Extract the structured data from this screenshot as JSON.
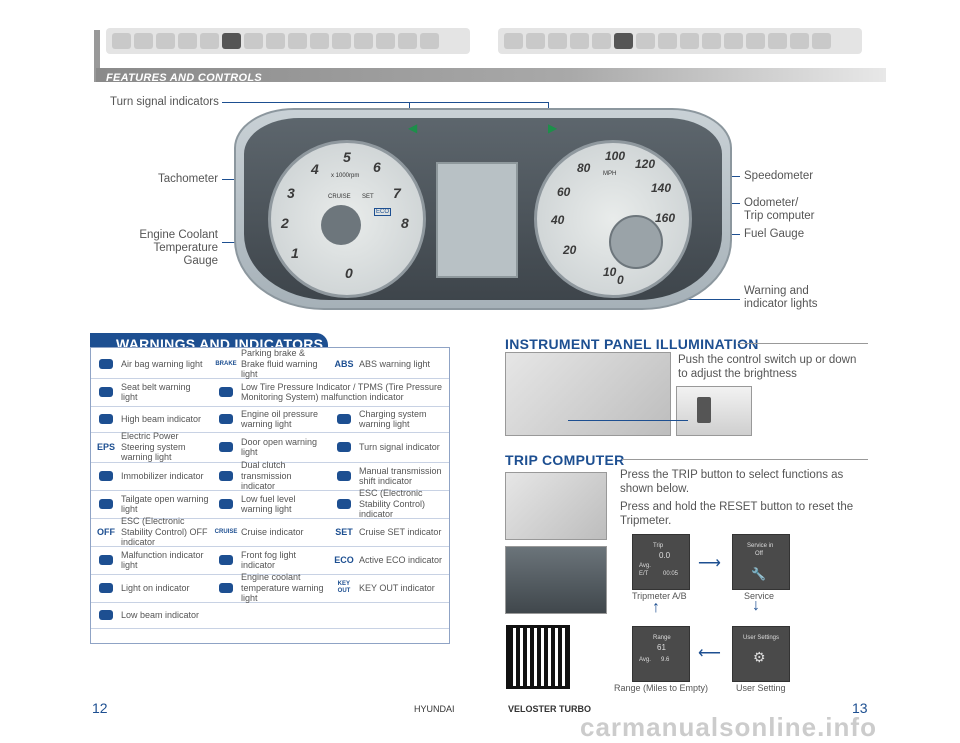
{
  "header": {
    "section_label": "FEATURES AND CONTROLS"
  },
  "cluster_callouts": {
    "turn_signal": "Turn signal indicators",
    "tachometer": "Tachometer",
    "coolant": "Engine Coolant\nTemperature Gauge",
    "speedometer": "Speedometer",
    "odometer": "Odometer/\nTrip computer",
    "fuel": "Fuel Gauge",
    "warning": "Warning and\nindicator lights"
  },
  "cluster": {
    "tach_numbers": [
      "1",
      "2",
      "3",
      "4",
      "5",
      "6",
      "7",
      "8",
      "0"
    ],
    "tach_unit": "x 1000rpm",
    "speed_numbers": [
      "10",
      "20",
      "40",
      "60",
      "80",
      "100",
      "120",
      "140",
      "160",
      "0"
    ],
    "speed_unit": "MPH",
    "cruise": "CRUISE",
    "set": "SET",
    "eco": "ECO"
  },
  "warnings": {
    "title": "WARNINGS AND INDICATORS",
    "rows": [
      [
        {
          "icon": "airbag-icon",
          "text": "Air bag warning light"
        },
        {
          "icon": "brake-icon",
          "text": "Parking brake & Brake fluid warning light"
        },
        {
          "icon": "abs-icon",
          "text": "ABS warning light"
        }
      ],
      [
        {
          "icon": "seatbelt-icon",
          "text": "Seat belt warning light"
        },
        {
          "icon": "tpms-icon",
          "text": "Low Tire Pressure Indicator / TPMS (Tire Pressure Monitoring System) malfunction indicator"
        }
      ],
      [
        {
          "icon": "high-beam-icon",
          "text": "High beam indicator"
        },
        {
          "icon": "oil-icon",
          "text": "Engine oil pressure warning light"
        },
        {
          "icon": "battery-icon",
          "text": "Charging system warning light"
        }
      ],
      [
        {
          "icon": "eps-icon",
          "text": "Electric Power Steering system warning light"
        },
        {
          "icon": "door-icon",
          "text": "Door open warning light"
        },
        {
          "icon": "turn-signal-icon",
          "text": "Turn signal indicator"
        }
      ],
      [
        {
          "icon": "immobilizer-icon",
          "text": "Immobilizer indicator"
        },
        {
          "icon": "dual-clutch-icon",
          "text": "Dual clutch transmission indicator"
        },
        {
          "icon": "shift-icon",
          "text": "Manual transmission shift indicator"
        }
      ],
      [
        {
          "icon": "tailgate-icon",
          "text": "Tailgate open warning light"
        },
        {
          "icon": "fuel-icon",
          "text": "Low fuel level warning light"
        },
        {
          "icon": "esc-icon",
          "text": "ESC (Electronic Stability Control) indicator"
        }
      ],
      [
        {
          "icon": "esc-off-icon",
          "text": "ESC (Electronic Stability Control) OFF indicator"
        },
        {
          "icon": "cruise-icon",
          "text": "Cruise indicator"
        },
        {
          "icon": "set-icon",
          "text": "Cruise SET indicator"
        }
      ],
      [
        {
          "icon": "engine-icon",
          "text": "Malfunction indicator light"
        },
        {
          "icon": "fog-icon",
          "text": "Front fog light indicator"
        },
        {
          "icon": "eco-icon",
          "text": "Active ECO indicator"
        }
      ],
      [
        {
          "icon": "light-on-icon",
          "text": "Light on indicator"
        },
        {
          "icon": "coolant-icon",
          "text": "Engine coolant temperature warning light"
        },
        {
          "icon": "key-out-icon",
          "text": "KEY OUT indicator"
        }
      ],
      [
        {
          "icon": "low-beam-icon",
          "text": "Low beam indicator"
        }
      ]
    ],
    "icon_glyphs": {
      "eps": "EPS",
      "brake": "BRAKE",
      "abs": "ABS",
      "cruise": "CRUISE",
      "set": "SET",
      "eco": "ECO",
      "key_out": "KEY\nOUT",
      "off": "OFF"
    }
  },
  "illumination": {
    "title": "INSTRUMENT PANEL ILLUMINATION",
    "text": "Push the control switch up or down to adjust the brightness"
  },
  "trip": {
    "title": "TRIP COMPUTER",
    "text1": "Press the TRIP button to select functions as shown below.",
    "text2": "Press and hold the RESET button to reset the Tripmeter.",
    "screens": {
      "tripmeter": {
        "caption": "Tripmeter A/B",
        "l1": "Trip",
        "l2": "0.0",
        "l3": "Avg.",
        "l4": "E/T",
        "l5": "00:05"
      },
      "service": {
        "caption": "Service",
        "l1": "Service in",
        "l2": "Off"
      },
      "range": {
        "caption": "Range (Miles to Empty)",
        "l1": "Range",
        "l2": "61",
        "l3": "Avg.",
        "l4": "9.6"
      },
      "user": {
        "caption": "User Setting",
        "l1": "User Settings"
      }
    }
  },
  "footer": {
    "page_left": "12",
    "page_right": "13",
    "brand": "HYUNDAI",
    "model": "VELOSTER TURBO",
    "watermark": "carmanualsonline.info"
  },
  "colors": {
    "accent": "#1d4f91"
  }
}
